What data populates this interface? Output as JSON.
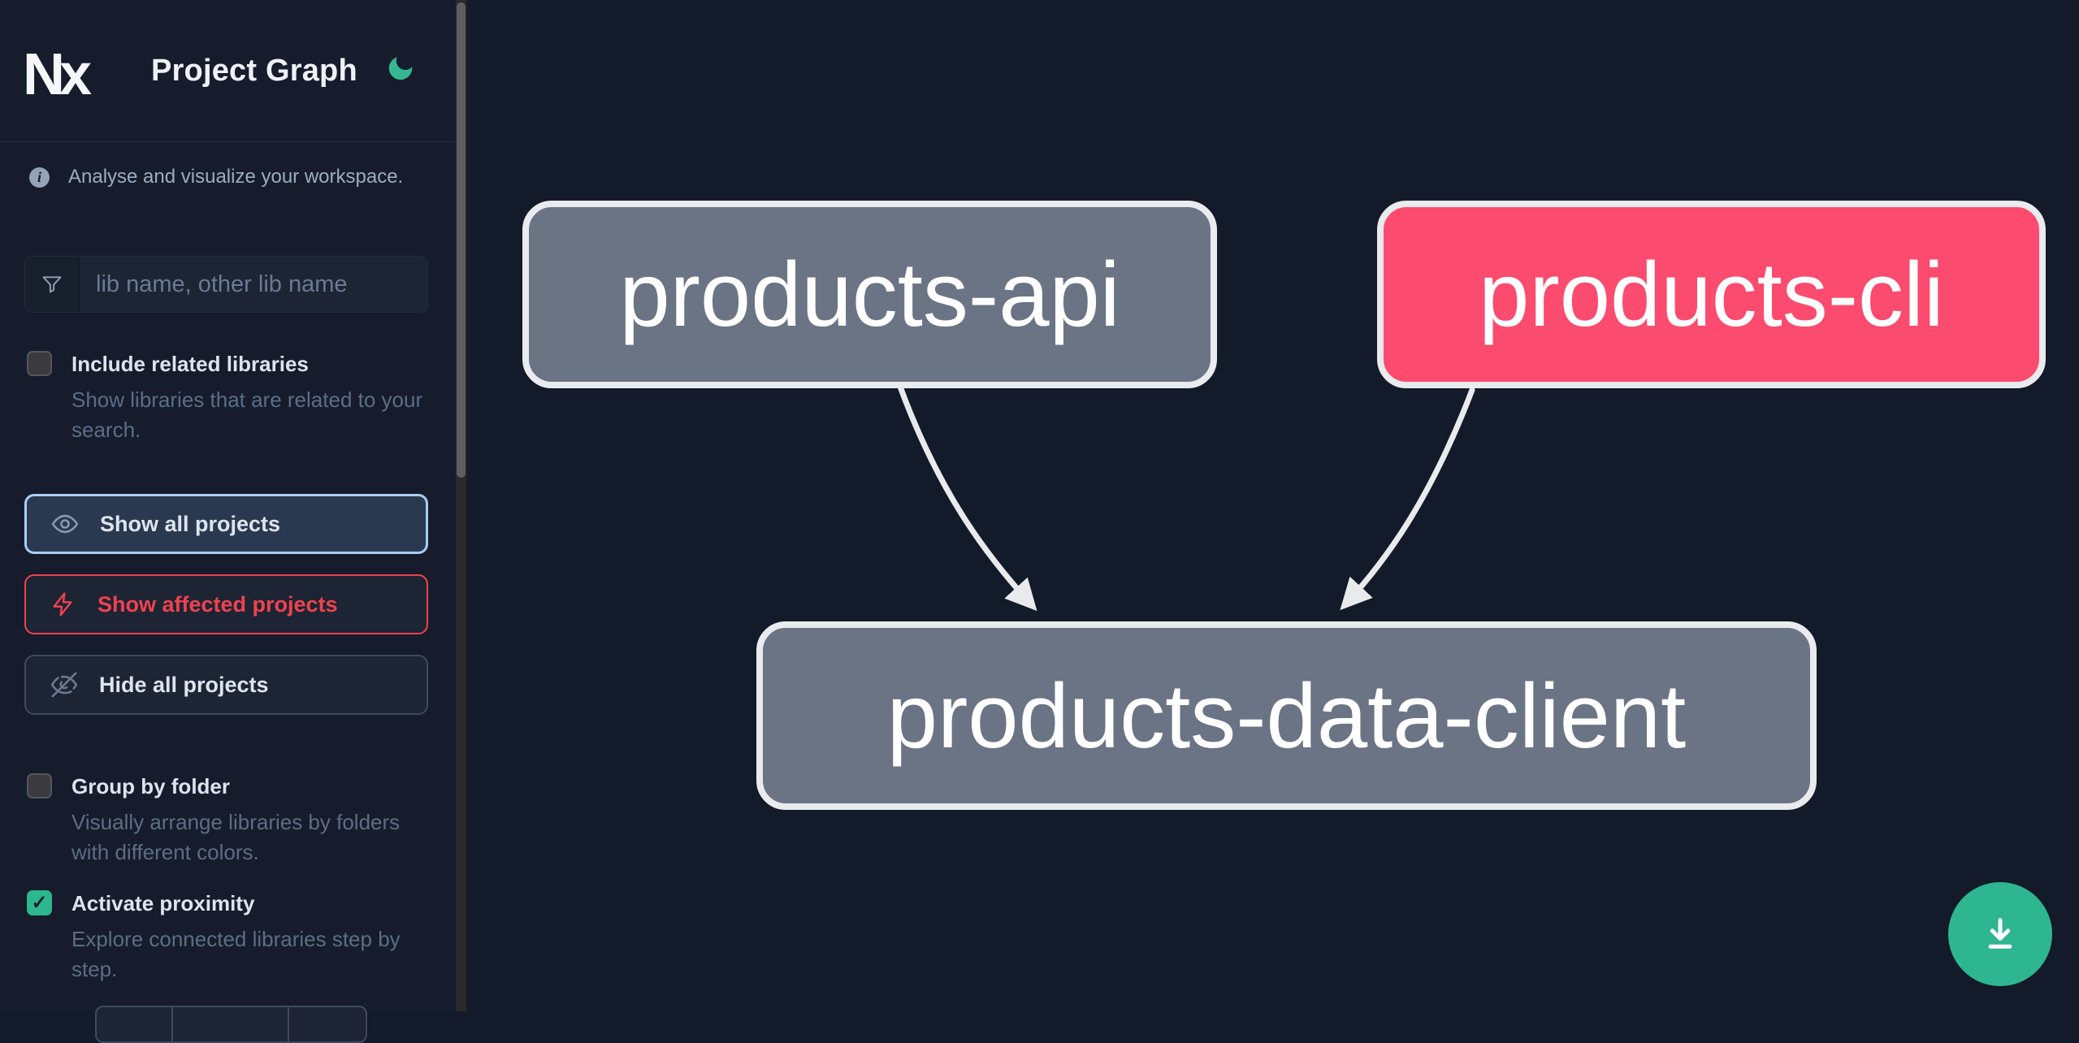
{
  "header": {
    "logo_text": "Nx",
    "title": "Project Graph",
    "theme_toggle_icon": "moon-icon"
  },
  "sidebar": {
    "tagline": "Analyse and visualize your workspace.",
    "search": {
      "placeholder": "lib name, other lib name",
      "icon": "funnel-icon",
      "value": ""
    },
    "filters": [
      {
        "label": "Include related libraries",
        "description": "Show libraries that are related to your search.",
        "checked": false
      },
      {
        "label": "Group by folder",
        "description": "Visually arrange libraries by folders with different colors.",
        "checked": false
      },
      {
        "label": "Activate proximity",
        "description": "Explore connected libraries step by step.",
        "checked": true
      }
    ],
    "buttons": [
      {
        "label": "Show all projects",
        "icon": "eye-icon",
        "state": "active"
      },
      {
        "label": "Show affected projects",
        "icon": "lightning-icon",
        "state": "affected"
      },
      {
        "label": "Hide all projects",
        "icon": "eye-off-icon",
        "state": "default"
      }
    ]
  },
  "graph": {
    "nodes": [
      {
        "id": "products-api",
        "label": "products-api",
        "color": "#6b7485"
      },
      {
        "id": "products-cli",
        "label": "products-cli",
        "color": "#fb4b6e"
      },
      {
        "id": "products-data-client",
        "label": "products-data-client",
        "color": "#6b7485"
      }
    ],
    "edges": [
      {
        "from": "products-api",
        "to": "products-data-client"
      },
      {
        "from": "products-cli",
        "to": "products-data-client"
      }
    ]
  },
  "fab": {
    "icon": "download-icon",
    "color": "#2eb690"
  },
  "icons": {
    "check": "✓",
    "info": "i"
  },
  "colors": {
    "background": "#131a29",
    "sidebar": "#161c2b",
    "accent_green": "#2eb690",
    "affected_red": "#f0424f",
    "focus_blue": "#a9cdf5",
    "node_gray": "#6b7485",
    "node_affected_pink": "#fb4b6e",
    "node_border": "#e9ebee",
    "edge": "#e8eaec"
  }
}
